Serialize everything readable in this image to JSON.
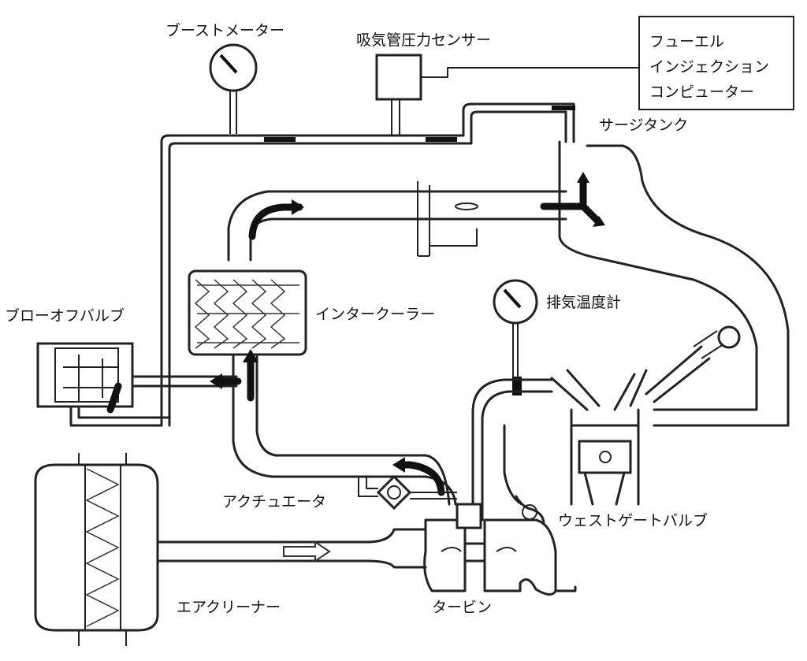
{
  "labels": {
    "boost_meter": "ブーストメーター",
    "map_sensor": "吸気管圧力センサー",
    "surge_tank": "サージタンク",
    "blow_off_valve": "ブローオフバルブ",
    "intercooler": "インタークーラー",
    "exhaust_temp_gauge": "排気温度計",
    "actuator": "アクチュエータ",
    "wastegate_valve": "ウェストゲートバルブ",
    "air_cleaner": "エアクリーナー",
    "turbine": "タービン"
  },
  "ecu": {
    "line1": "フューエル",
    "line2": "インジェクション",
    "line3": "コンピューター"
  },
  "colors": {
    "line": "#222222",
    "background": "#ffffff"
  }
}
